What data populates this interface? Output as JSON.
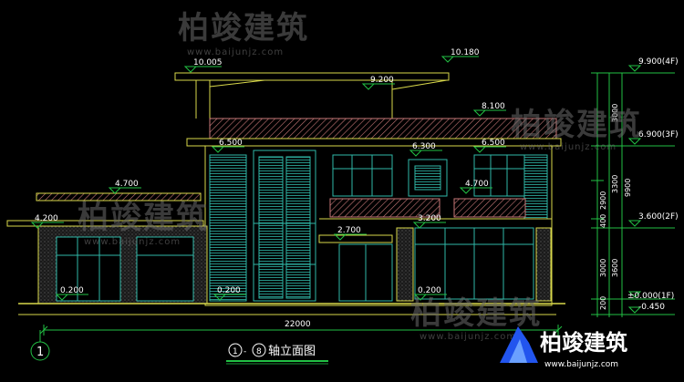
{
  "title": {
    "range_start": "1",
    "range_end": "8",
    "separator": "-",
    "text": "轴立面图"
  },
  "axis_bubble": "1",
  "total_width": "22000",
  "elevations": {
    "e10_005": "10.005",
    "e10_180": "10.180",
    "e9_200": "9.200",
    "e8_100": "8.100",
    "e6_500_l": "6.500",
    "e6_300": "6.300",
    "e6_500_r": "6.500",
    "e4_700_l": "4.700",
    "e4_700_r": "4.700",
    "e4_200": "4.200",
    "e3_200": "3.200",
    "e2_700": "2.700",
    "e0_200_a": "0.200",
    "e0_200_b": "0.200",
    "e0_200_c": "0.200"
  },
  "right_levels": {
    "roof": "9.900(4F)",
    "f3": "6.900(3F)",
    "f2": "3.600(2F)",
    "f1": "±0.000(1F)",
    "ground": "-0.450"
  },
  "vertical_dims": {
    "d2900": "2900",
    "d3300": "3300",
    "d400": "400",
    "d3000": "3000",
    "d3600": "3600",
    "d200": "200",
    "d9900": "9900",
    "d3000_top": "3000"
  },
  "watermark": {
    "brand": "柏竣建筑",
    "url": "www.baijunjz.com"
  },
  "colors": {
    "wall": "#d8d84a",
    "frame": "#2fb8a8",
    "rail": "#c8787a",
    "dim_line": "#22c044",
    "text": "#ffffff",
    "stone": "#4a4a4a",
    "brand_accent": "#2255ee"
  }
}
